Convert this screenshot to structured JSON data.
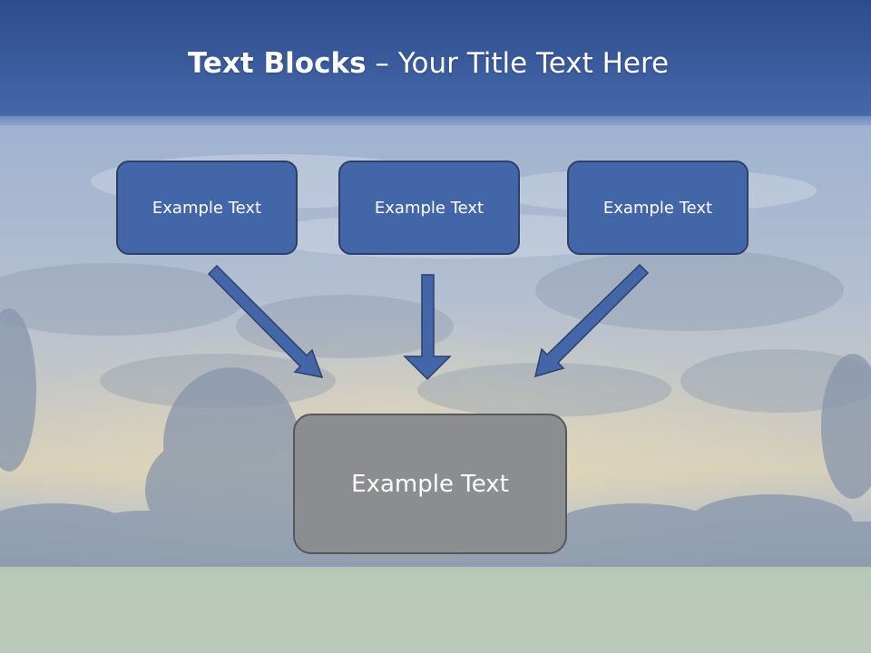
{
  "title": {
    "bold": "Text Blocks",
    "dash": " – ",
    "rest": "Your Title Text Here"
  },
  "top_boxes": [
    {
      "label": "Example Text"
    },
    {
      "label": "Example Text"
    },
    {
      "label": "Example Text"
    }
  ],
  "bottom_box": {
    "label": "Example Text"
  },
  "colors": {
    "header_blue": "#3f65a8",
    "box_blue": "#4366a8",
    "box_blue_border": "#2f3f6a",
    "box_gray": "#8b8d90",
    "arrow_fill": "#4366a8"
  }
}
